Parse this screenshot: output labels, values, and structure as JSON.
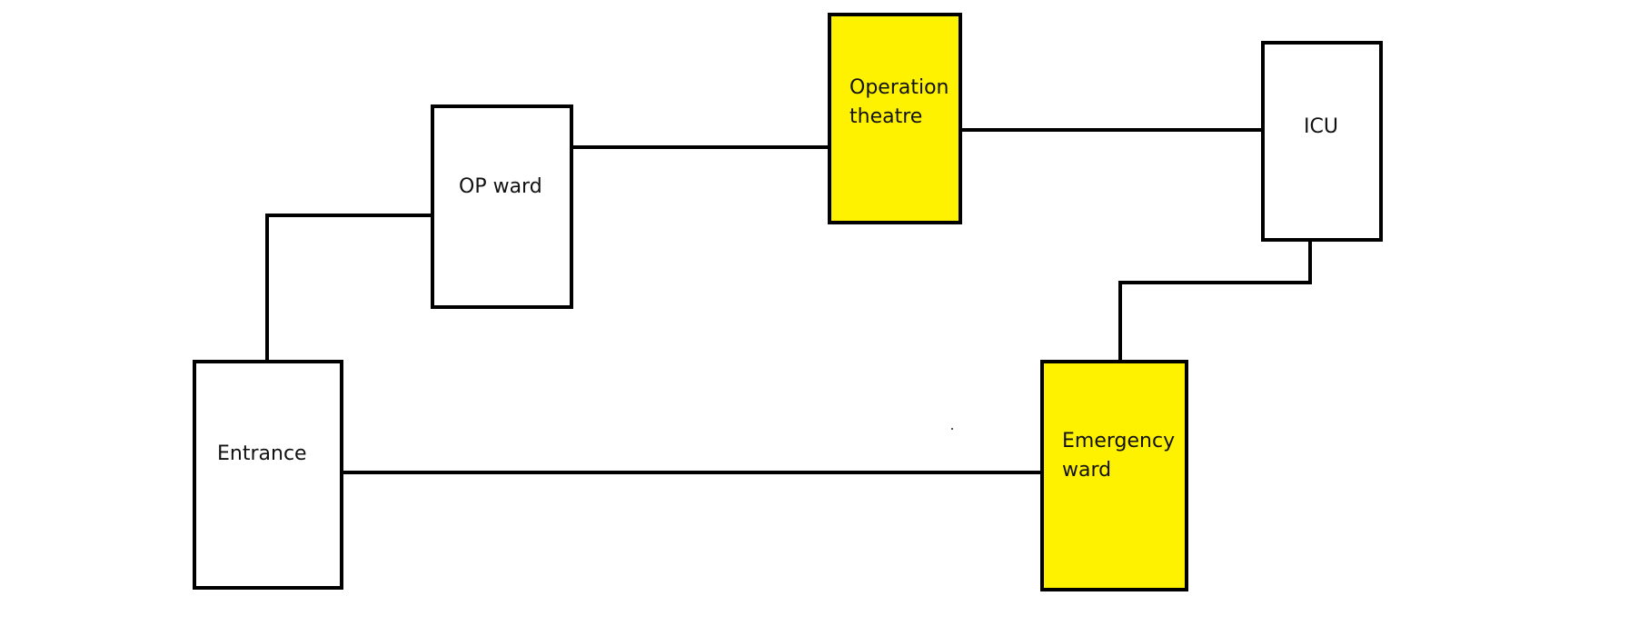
{
  "colors": {
    "background": "#ffffff",
    "stroke": "#000000",
    "highlight": "#fff200",
    "plain": "#ffffff"
  },
  "rooms": {
    "entrance": {
      "label_lines": [
        "Entrance"
      ],
      "highlighted": false
    },
    "op_ward": {
      "label_lines": [
        "OP ward"
      ],
      "highlighted": false
    },
    "operation_theatre": {
      "label_lines": [
        "Operation",
        "theatre"
      ],
      "highlighted": true
    },
    "icu": {
      "label_lines": [
        "ICU"
      ],
      "highlighted": false
    },
    "emergency_ward": {
      "label_lines": [
        "Emergency",
        "ward"
      ],
      "highlighted": true
    }
  },
  "connections": [
    [
      "entrance",
      "op_ward"
    ],
    [
      "op_ward",
      "operation_theatre"
    ],
    [
      "operation_theatre",
      "icu"
    ],
    [
      "icu",
      "emergency_ward"
    ],
    [
      "entrance",
      "emergency_ward"
    ]
  ]
}
